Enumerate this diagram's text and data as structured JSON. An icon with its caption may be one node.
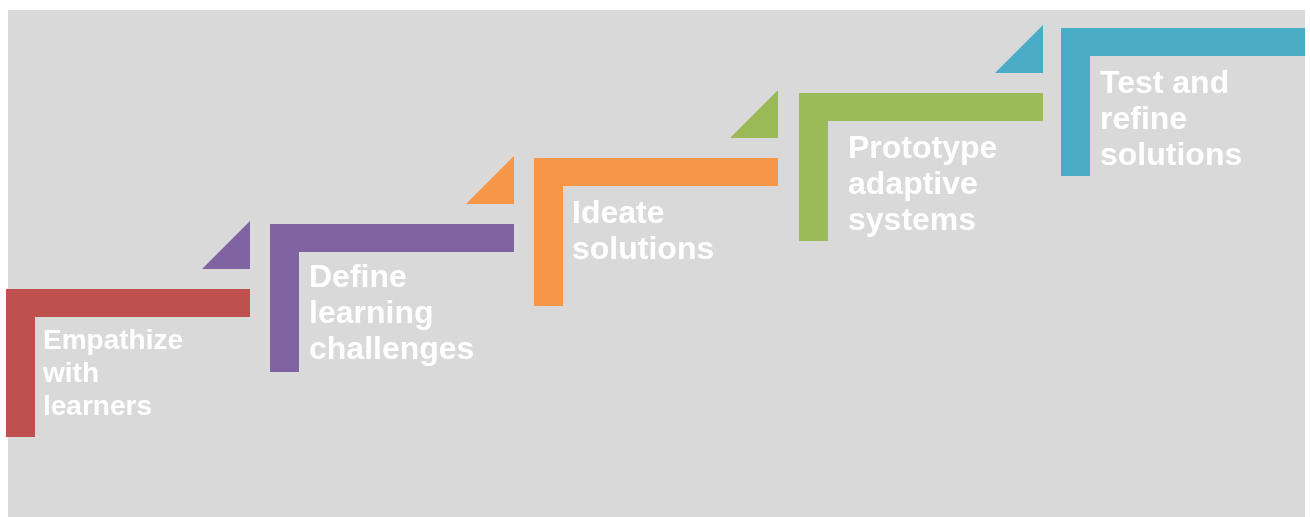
{
  "diagram": {
    "nodes": [
      {
        "text": [
          "Empathize with learners"
        ]
      },
      {
        "text": [
          "Define learning challenges"
        ]
      },
      {
        "text": [
          "Ideate solutions"
        ]
      },
      {
        "text": [
          "Prototype adaptive systems"
        ]
      },
      {
        "text": [
          "Test and refine solutions"
        ]
      }
    ]
  }
}
